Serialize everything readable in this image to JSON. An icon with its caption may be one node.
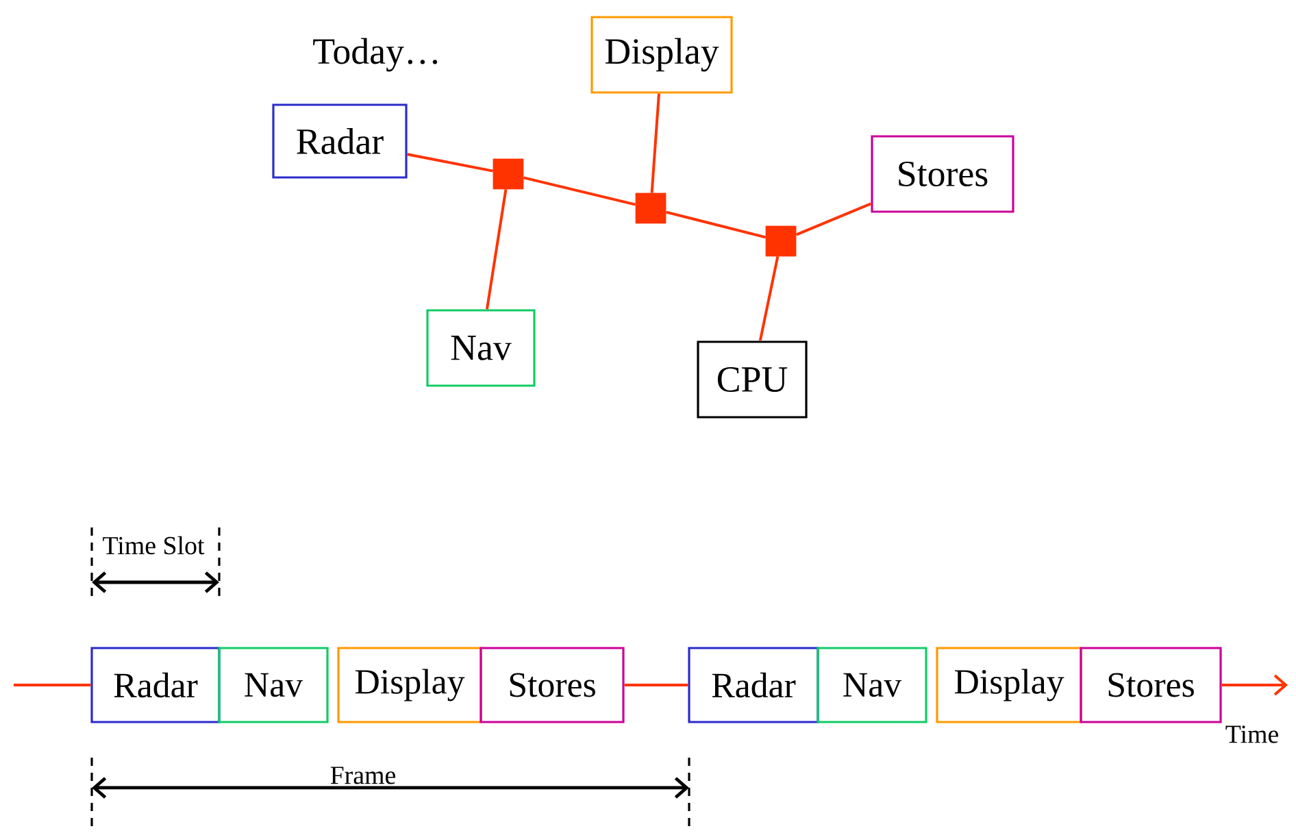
{
  "diagram": {
    "nodes": [
      {
        "text": [
          "Display"
        ]
      },
      {
        "text": [
          "Radar"
        ]
      },
      {
        "text": [
          "Stores"
        ]
      },
      {
        "text": [
          "Nav"
        ]
      },
      {
        "text": [
          "CPU"
        ]
      },
      {
        "text": [],
        "shape": "box"
      },
      {
        "text": [],
        "shape": "box"
      },
      {
        "text": [],
        "shape": "box"
      },
      {
        "text": [
          "Radar"
        ]
      },
      {
        "text": [
          "Nav"
        ]
      },
      {
        "text": [
          "Display"
        ]
      },
      {
        "text": [
          "Stores"
        ]
      },
      {
        "text": [
          "Radar"
        ]
      },
      {
        "text": [
          "Nav"
        ]
      },
      {
        "text": [
          "Display"
        ]
      },
      {
        "text": [
          "Stores"
        ]
      }
    ],
    "edges": [
      {
        "from": 1,
        "to": 5,
        "arrow": "none"
      },
      {
        "from": 5,
        "to": 3,
        "arrow": "none"
      },
      {
        "from": 5,
        "to": 6,
        "arrow": "none"
      },
      {
        "from": 0,
        "to": 6,
        "arrow": "none"
      },
      {
        "from": 6,
        "to": 7,
        "arrow": "none"
      },
      {
        "from": 7,
        "to": 2,
        "arrow": "none"
      },
      {
        "from": 7,
        "to": 4,
        "arrow": "none"
      },
      {
        "from": null,
        "to": 8,
        "arrow": "none"
      },
      {
        "from": 11,
        "to": 12,
        "arrow": "none"
      },
      {
        "from": 15,
        "to": null,
        "arrow": "to"
      }
    ],
    "labels": [
      "Today…",
      "Time Slot",
      "Frame",
      "Time"
    ]
  }
}
